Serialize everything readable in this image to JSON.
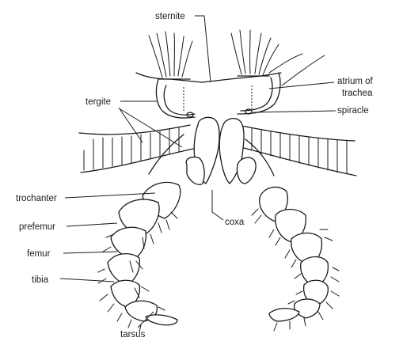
{
  "labels": {
    "sternite": "sternite",
    "atrium_line1": "atrium of",
    "atrium_line2": "trachea",
    "spiracle": "spiracle",
    "tergite": "tergite",
    "trochanter": "trochanter",
    "coxa": "coxa",
    "prefemur": "prefemur",
    "femur": "femur",
    "tibia": "tibia",
    "tarsus": "tarsus"
  }
}
